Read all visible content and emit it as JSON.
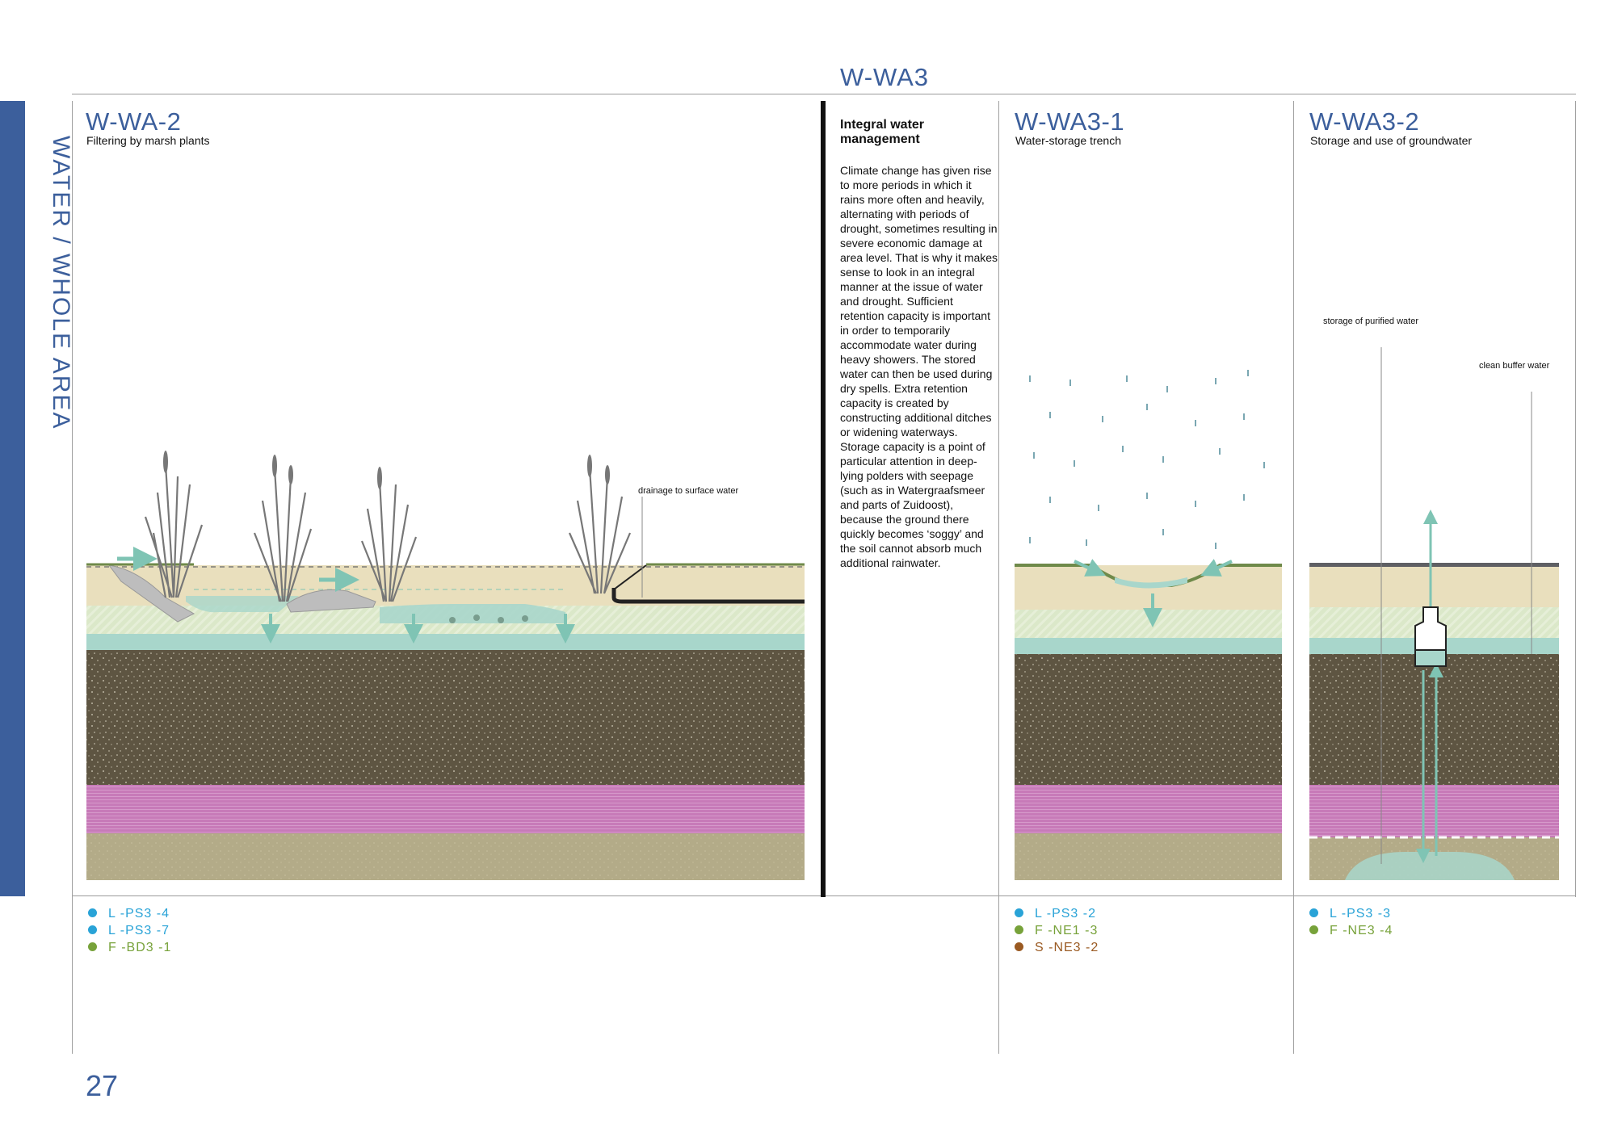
{
  "side_label": "WATER / WHOLE AREA",
  "page_title": "W-WA3",
  "page_number": "27",
  "sections": {
    "wwa2": {
      "code": "W-WA-2",
      "subtitle": "Filtering by marsh plants",
      "annotation": "drainage to surface water",
      "refs": [
        {
          "text": "L -PS3 -4",
          "color": "#29a3d7"
        },
        {
          "text": "L -PS3 -7",
          "color": "#29a3d7"
        },
        {
          "text": "F -BD3 -1",
          "color": "#77a23a"
        }
      ]
    },
    "integral": {
      "heading": "Integral water management",
      "body": "Climate change has given rise to more periods in which it rains more often and heavily, alternating with periods of drought, sometimes resulting in severe economic damage at area level. That is why it makes sense to look in an integral manner at the issue of water and drought. Sufficient retention capacity is important in order to temporarily accommodate water during heavy showers. The stored water can then be used during dry spells. Extra retention capacity is created by constructing additional ditches or widening waterways. Storage capacity is a point of particular attention in deep-lying polders with seepage (such as in Watergraafsmeer and parts of Zuidoost), because the ground there quickly becomes ‘soggy’ and the soil cannot absorb much additional rainwater."
    },
    "wwa31": {
      "code": "W-WA3-1",
      "subtitle": "Water-storage trench",
      "refs": [
        {
          "text": "L -PS3 -2",
          "color": "#29a3d7"
        },
        {
          "text": "F -NE1 -3",
          "color": "#77a23a"
        },
        {
          "text": "S -NE3 -2",
          "color": "#9a5a22"
        }
      ]
    },
    "wwa32": {
      "code": "W-WA3-2",
      "subtitle": "Storage and use of groundwater",
      "annotation_storage": "storage of purified water",
      "annotation_buffer": "clean buffer water",
      "refs": [
        {
          "text": "L -PS3 -3",
          "color": "#29a3d7"
        },
        {
          "text": "F -NE3 -4",
          "color": "#77a23a"
        }
      ]
    }
  },
  "colors": {
    "brand_blue": "#3c5f9c",
    "sand": "#e9dfbd",
    "pale_green": "#dbe8c9",
    "water": "#a8d6cb",
    "water_dark": "#8cccbd",
    "peat": "#5e5542",
    "clay_purple": "#c77ab8",
    "bottom_sand": "#b3ab88",
    "reed": "#777777",
    "arrow": "#7fc4b4",
    "ref_blue": "#29a3d7",
    "ref_green": "#77a23a",
    "ref_brown": "#9a5a22"
  }
}
